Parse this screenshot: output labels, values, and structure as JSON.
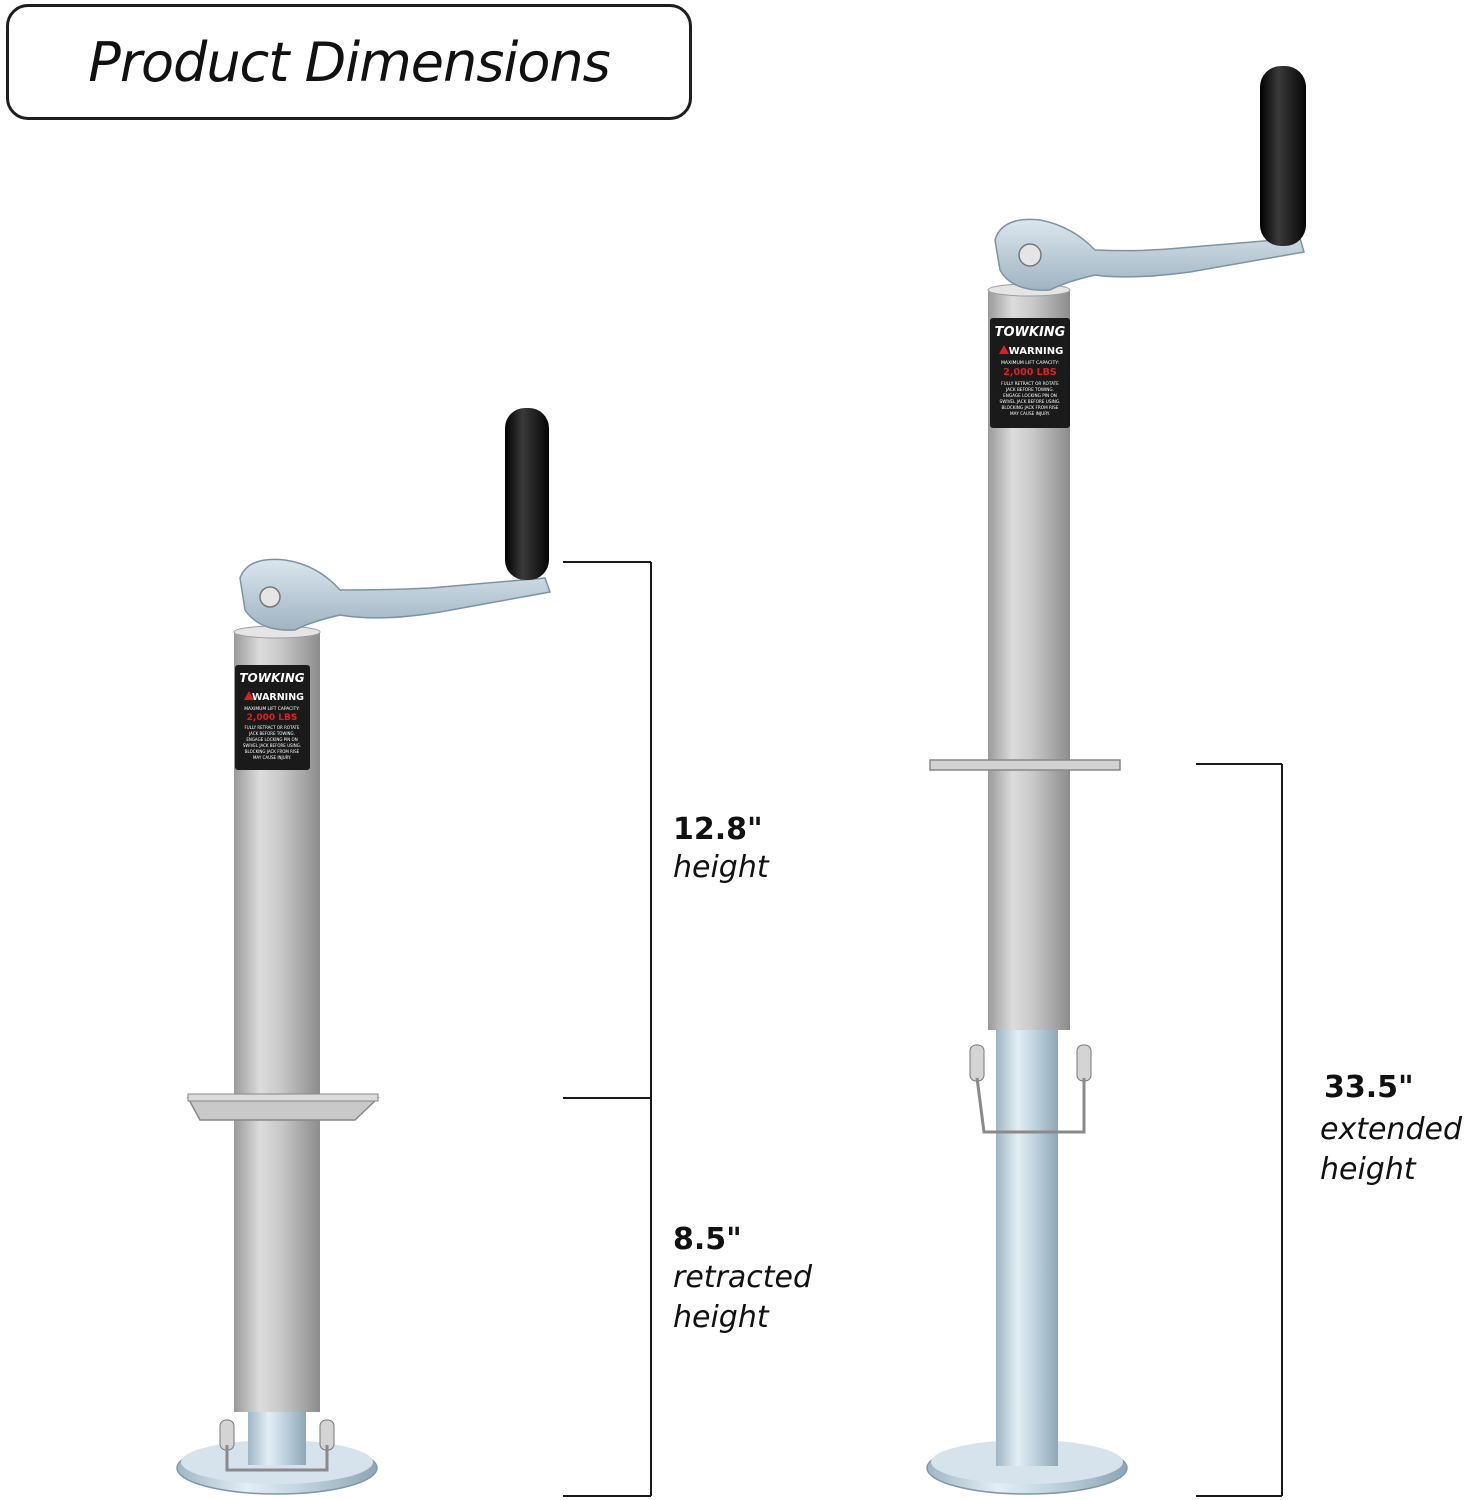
{
  "title": "Product Dimensions",
  "left_jack": {
    "brand": "TOWKING",
    "warning_title": "WARNING",
    "capacity_caption": "MAXIMUM LIFT CAPACITY:",
    "capacity_value": "2,000 LBS",
    "warning_body": [
      "FULLY RETRACT OR ROTATE",
      "JACK BEFORE TOWING.",
      "ENGAGE LOCKING PIN ON",
      "SWIVEL JACK BEFORE USING.",
      "BLOCKING JACK FROM RISE",
      "MAY CAUSE INJURY."
    ]
  },
  "right_jack": {
    "brand": "TOWKING",
    "warning_title": "WARNING",
    "capacity_caption": "MAXIMUM LIFT CAPACITY:",
    "capacity_value": "2,000 LBS",
    "warning_body": [
      "FULLY RETRACT OR ROTATE",
      "JACK BEFORE TOWING.",
      "ENGAGE LOCKING PIN ON",
      "SWIVEL JACK BEFORE USING.",
      "BLOCKING JACK FROM RISE",
      "MAY CAUSE INJURY."
    ]
  },
  "dimensions": {
    "upper": {
      "value": "12.8\"",
      "label": "height"
    },
    "lower": {
      "value": "8.5\"",
      "label_line1": "retracted",
      "label_line2": "height"
    },
    "extended": {
      "value": "33.5\"",
      "label_line1": "extended",
      "label_line2": "height"
    }
  },
  "colors": {
    "tube": "#c4c4c4",
    "zinc": "#b9d0de",
    "handle": "#1a1a1a",
    "warning_red": "#e02020"
  }
}
